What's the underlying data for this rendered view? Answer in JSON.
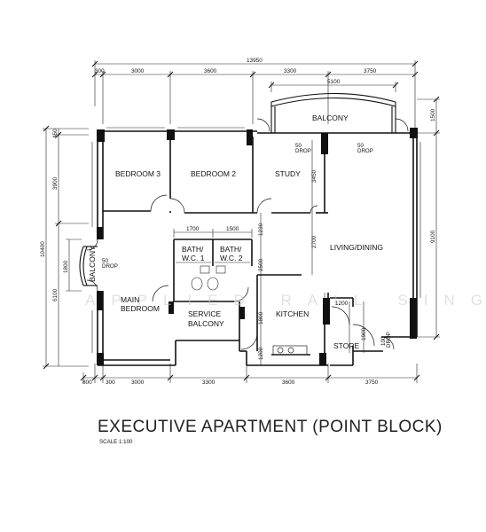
{
  "title": "EXECUTIVE APARTMENT (POINT BLOCK)",
  "scale": "SCALE 1:100",
  "watermark": "APPLIED RAIL SING",
  "rooms": {
    "bedroom3": "BEDROOM 3",
    "bedroom2": "BEDROOM 2",
    "study": "STUDY",
    "balcony_top": "BALCONY",
    "living_dining": "LIVING/DINING",
    "balcony_left": "BALCONY",
    "main_bedroom_1": "MAIN",
    "main_bedroom_2": "BEDROOM",
    "bath1_1": "BATH/",
    "bath1_2": "W.C. 1",
    "bath2_1": "BATH/",
    "bath2_2": "W.C. 2",
    "service_balcony_1": "SERVICE",
    "service_balcony_2": "BALCONY",
    "kitchen": "KITCHEN",
    "store": "STORE"
  },
  "drops": {
    "drop_left_1": "50",
    "drop_left_2": "DROP",
    "drop_study_1": "50",
    "drop_study_2": "DROP",
    "drop_right_1": "50",
    "drop_right_2": "DROP",
    "drop_store_1": "100",
    "drop_store_2": "DROP"
  },
  "dimensions": {
    "overall_top": "13950",
    "top": [
      "300",
      "3000",
      "3600",
      "3300",
      "3750"
    ],
    "balcony_width": "5100",
    "right_1500": "1500",
    "right_9100": "9100",
    "left_450": "450",
    "left_3900": "3900",
    "left_10400": "10400",
    "left_1800": "1800",
    "left_6100": "6100",
    "bath_1700": "1700",
    "bath_1500": "1500",
    "v_1230": "1230",
    "v_3450": "3450",
    "v_2700": "2700",
    "v_2500": "2500",
    "v_1800": "1800",
    "v_1200": "1200",
    "v_1270": "1270",
    "store_1200": "1200",
    "store_1900": "1900",
    "bottom": [
      "800",
      "300",
      "3000",
      "3300",
      "3600",
      "3750"
    ]
  }
}
